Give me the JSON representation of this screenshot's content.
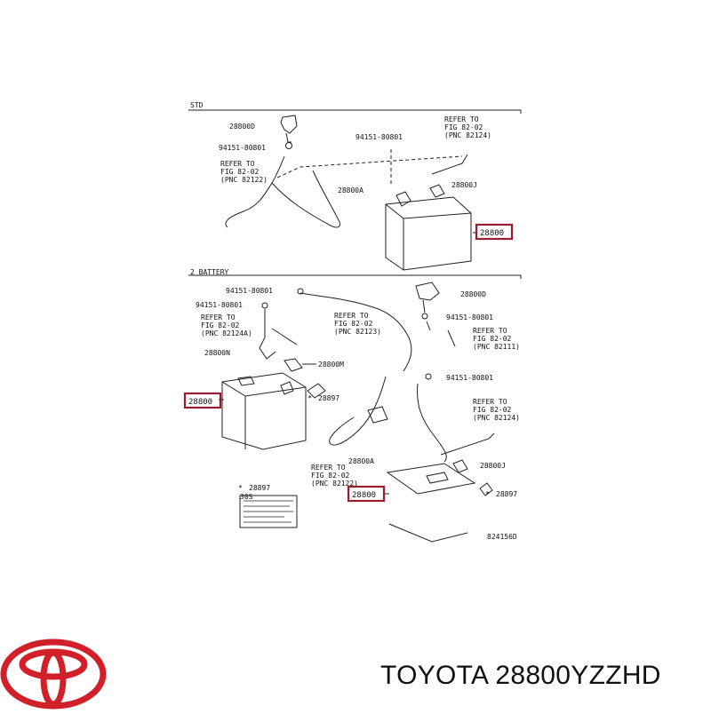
{
  "diagram": {
    "sections": {
      "top": "STD",
      "bottom": "2 BATTERY"
    },
    "figure_code": "824156D",
    "labels": {
      "t_28800D": "28800D",
      "t_94151_a": "94151-80801",
      "t_refer_to": "REFER TO",
      "t_fig_82_02": "FIG 82-02",
      "t_pnc_82122": "(PNC 82122)",
      "t_94151_b": "94151-80801",
      "t_refer_to_2": "REFER TO",
      "t_fig_82_02_2": "FIG 82-02",
      "t_pnc_82124": "(PNC 82124)",
      "t_28800A": "28800A",
      "t_28800J": "28800J",
      "t_28800_box": "28800",
      "b_94151_a": "94151-80801",
      "b_94151_b": "94151-80801",
      "b_refer_to_a": "REFER TO",
      "b_fig_a": "FIG 82-02",
      "b_pnc_82124A": "(PNC 82124A)",
      "b_28800N": "28800N",
      "b_28800M": "28800M",
      "b_28800_box_left": "28800",
      "b_28897_a": "28897",
      "b_refer_to_b": "REFER TO",
      "b_fig_b": "FIG 82-02",
      "b_pnc_82123": "(PNC 82123)",
      "b_28800D": "28800D",
      "b_94151_c": "94151-80801",
      "b_refer_to_c": "REFER TO",
      "b_fig_c": "FIG 82-02",
      "b_pnc_82111": "(PNC 82111)",
      "b_94151_d": "94151-80801",
      "b_refer_to_d": "REFER TO",
      "b_fig_d": "FIG 82-02",
      "b_pnc_82124": "(PNC 82124)",
      "b_28800A": "28800A",
      "b_28800J": "28800J",
      "b_refer_to_e": "REFER TO",
      "b_fig_e": "FIG 82-02",
      "b_pnc_82122": "(PNC 82122)",
      "b_28800_box_center": "28800",
      "b_28897_b": "28897",
      "b_28897_c": "28897",
      "b_30s": "30S"
    },
    "highlight_color": "#9b1c2c",
    "line_color": "#222222"
  },
  "brand": {
    "logo": "toyota-logo",
    "logo_color": "#d2202a",
    "title": "TOYOTA 28800YZZHD"
  }
}
